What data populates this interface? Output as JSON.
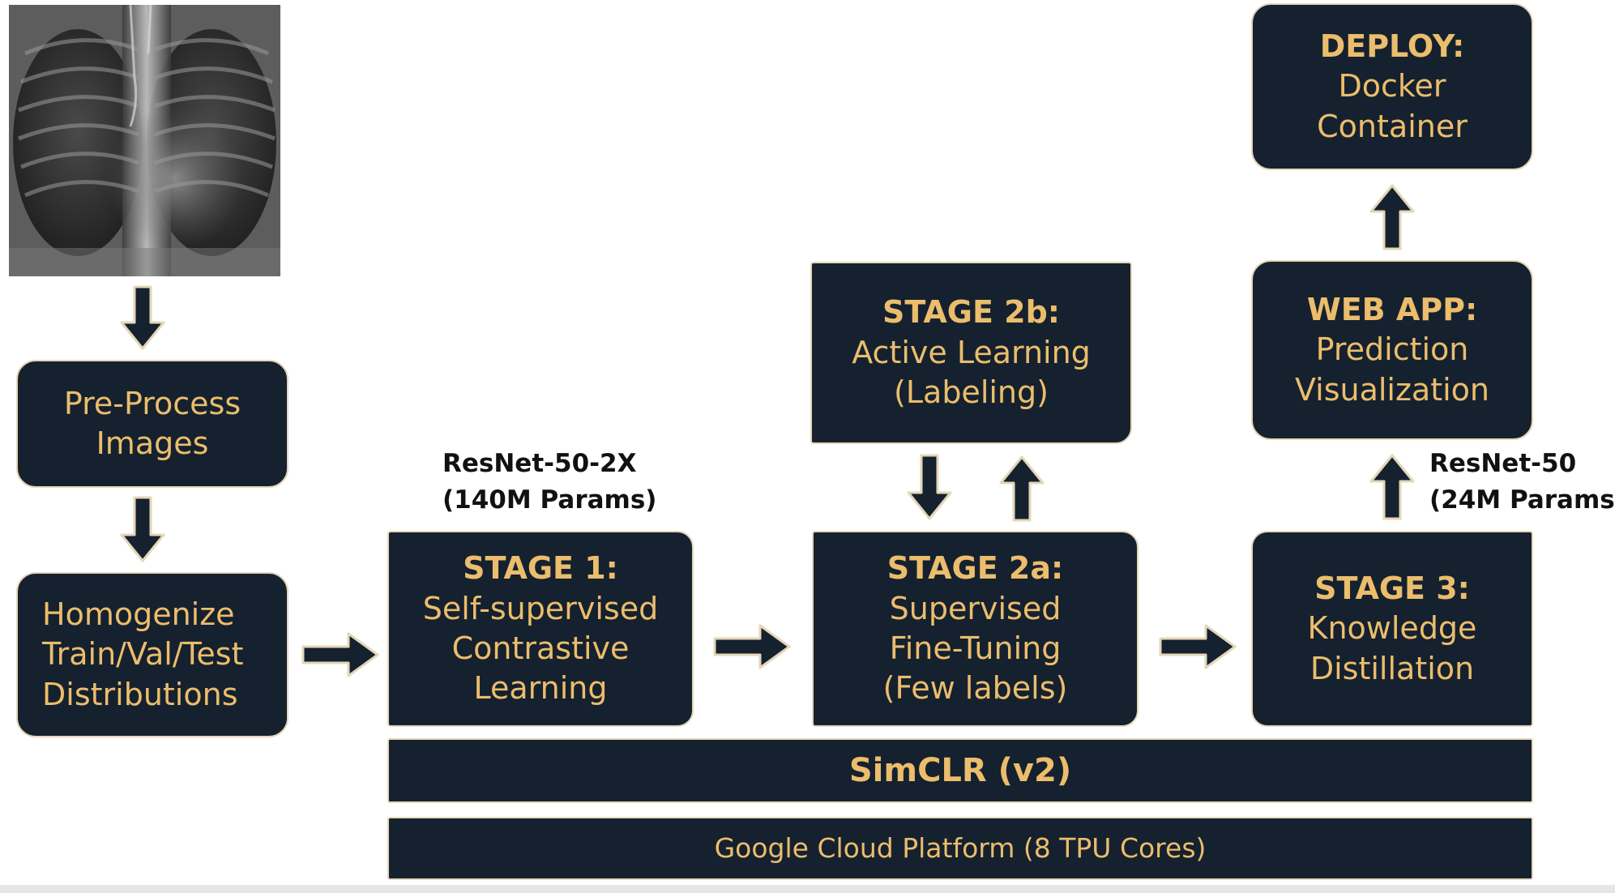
{
  "xray": {
    "alt": "Chest X-ray radiograph"
  },
  "boxes": {
    "preprocess": {
      "lines": [
        "Pre-Process",
        "Images"
      ]
    },
    "homogenize": {
      "lines": [
        "Homogenize",
        "Train/Val/Test",
        "Distributions"
      ]
    },
    "stage1": {
      "title": "STAGE 1:",
      "lines": [
        "Self-supervised",
        "Contrastive",
        "Learning"
      ]
    },
    "stage2a": {
      "title": "STAGE 2a:",
      "lines": [
        "Supervised",
        "Fine-Tuning",
        "(Few labels)"
      ]
    },
    "stage2b": {
      "title": "STAGE 2b:",
      "lines": [
        "Active Learning",
        "(Labeling)"
      ]
    },
    "stage3": {
      "title": "STAGE 3:",
      "lines": [
        "Knowledge",
        "Distillation"
      ]
    },
    "webapp": {
      "title": "WEB APP:",
      "lines": [
        "Prediction",
        "Visualization"
      ]
    },
    "deploy": {
      "title": "DEPLOY:",
      "lines": [
        "Docker",
        "Container"
      ]
    },
    "simclr": {
      "title": "SimCLR (v2)"
    },
    "gcp": {
      "label": "Google Cloud Platform (8 TPU Cores)"
    }
  },
  "annotations": {
    "resnet50_2x": [
      "ResNet-50-2X",
      "(140M Params)"
    ],
    "resnet50": [
      "ResNet-50",
      "(24M Params)"
    ]
  },
  "colors": {
    "box_fill": "#15212f",
    "box_border": "#e4d6b8",
    "box_text": "#ebbd6c",
    "arrow_fill": "#15212f",
    "arrow_outline": "#e4d6b8"
  }
}
